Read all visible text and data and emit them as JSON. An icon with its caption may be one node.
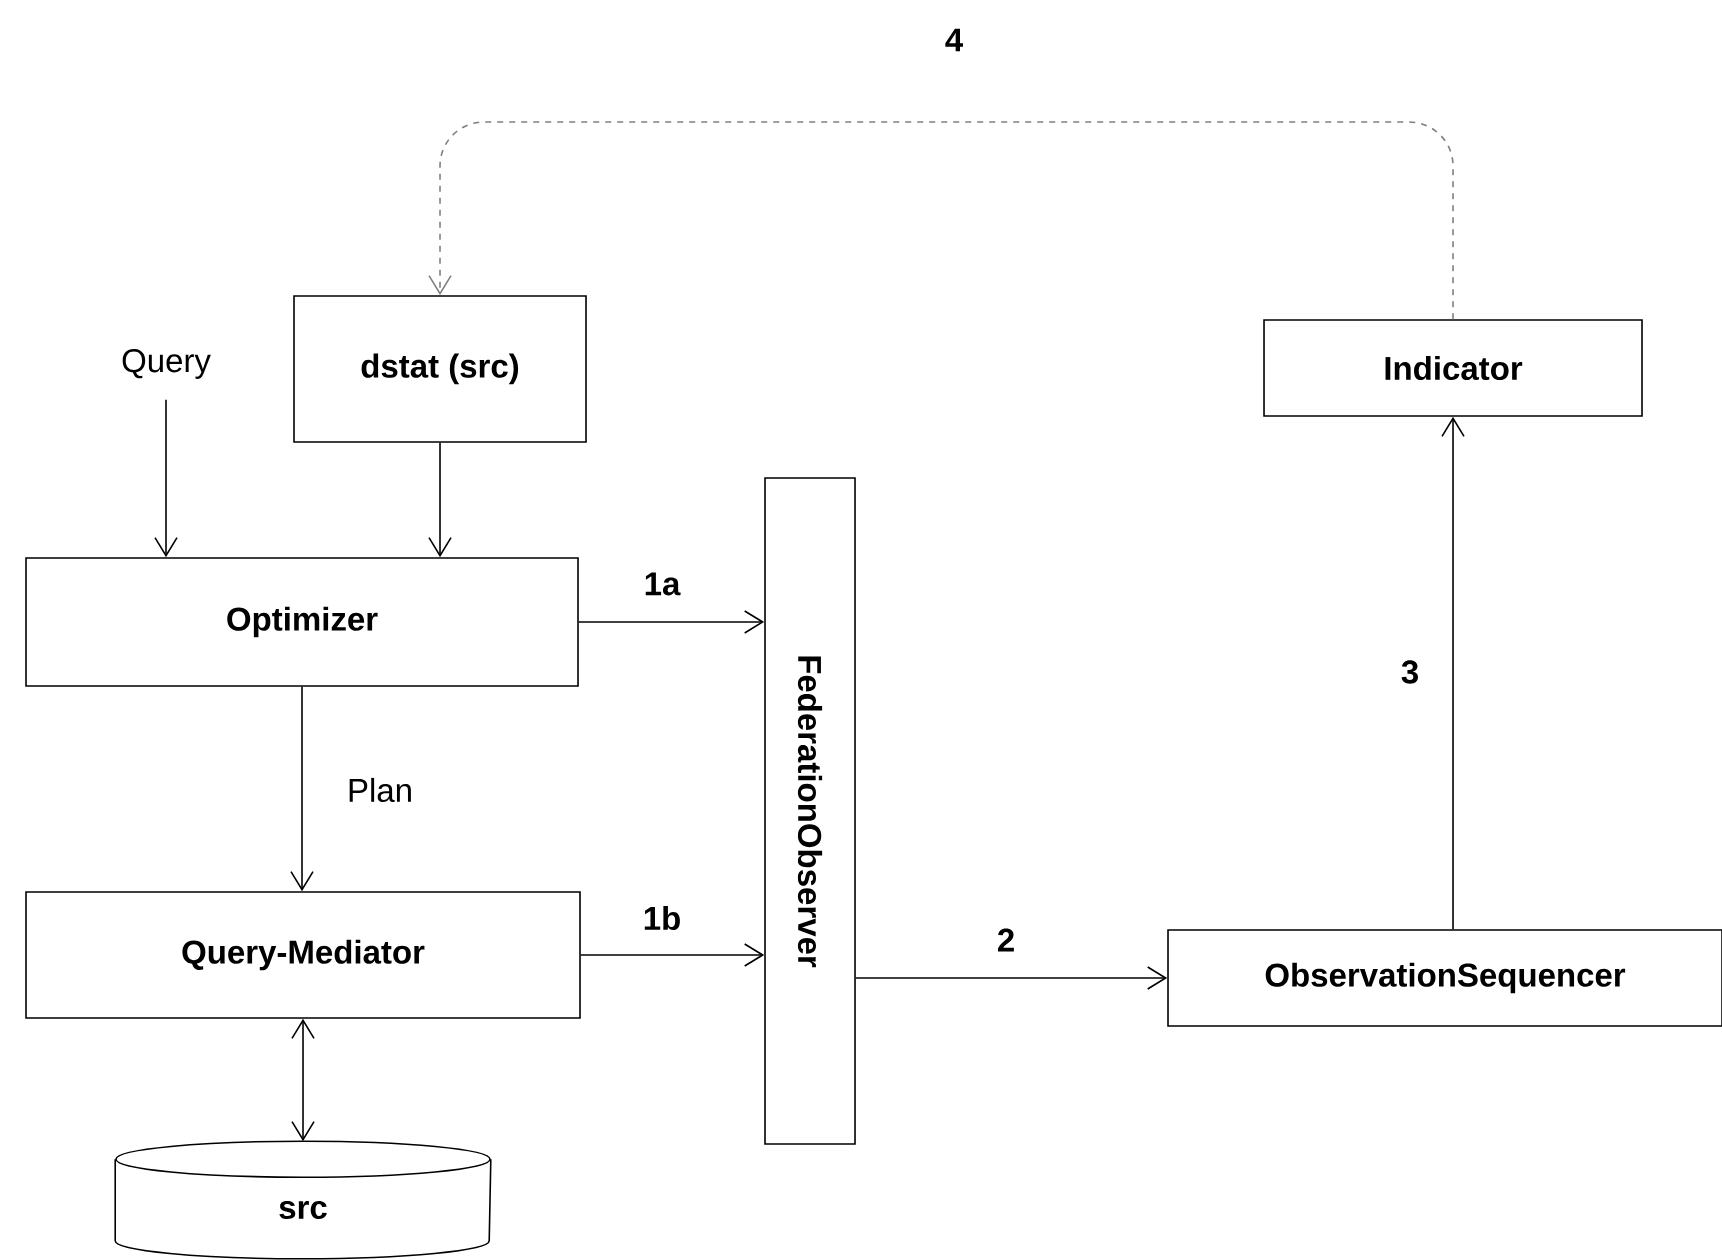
{
  "diagram": {
    "nodes": [
      {
        "text": [
          "Query"
        ]
      },
      {
        "text": [
          "dstat (src)"
        ]
      },
      {
        "text": [
          "Optimizer"
        ]
      },
      {
        "text": [
          "FederationObserver"
        ]
      },
      {
        "text": [
          "Query-Mediator"
        ]
      },
      {
        "text": [
          "src"
        ]
      },
      {
        "text": [
          "ObservationSequencer"
        ]
      },
      {
        "text": [
          "Indicator"
        ]
      }
    ],
    "edges": [
      {
        "from": 0,
        "to": 2,
        "arrow": "to"
      },
      {
        "from": 1,
        "to": 2,
        "arrow": "to"
      },
      {
        "from": 2,
        "to": 3,
        "arrow": "to",
        "label": "1a"
      },
      {
        "from": 2,
        "to": 4,
        "arrow": "to",
        "label": "Plan"
      },
      {
        "from": 4,
        "to": 3,
        "arrow": "to",
        "label": "1b"
      },
      {
        "from": 4,
        "to": 5,
        "arrow": "both"
      },
      {
        "from": 3,
        "to": 6,
        "arrow": "to",
        "label": "2"
      },
      {
        "from": 6,
        "to": 7,
        "arrow": "to",
        "label": "3"
      },
      {
        "from": 7,
        "to": 1,
        "arrow": "to",
        "label": "4",
        "style": "dashed",
        "color": "#808080"
      }
    ]
  }
}
